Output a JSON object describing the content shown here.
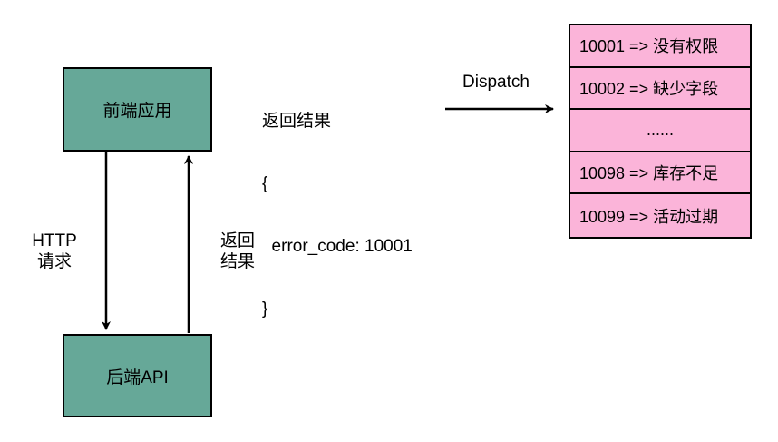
{
  "colors": {
    "server_box_fill": "#66a898",
    "table_row_fill": "#fbb4d9",
    "stroke": "#000000"
  },
  "nodes": {
    "frontend": "前端应用",
    "backend": "后端API"
  },
  "edges": {
    "request_label": "HTTP\n请求",
    "response_label": "返回\n结果",
    "dispatch_label": "Dispatch"
  },
  "response_block": {
    "title": "返回结果",
    "open_brace": "{",
    "body": "  error_code: 10001",
    "close_brace": "}"
  },
  "error_table": {
    "rows": [
      "10001 => 没有权限",
      "10002 => 缺少字段",
      "......",
      "10098 => 库存不足",
      "10099 => 活动过期"
    ]
  }
}
